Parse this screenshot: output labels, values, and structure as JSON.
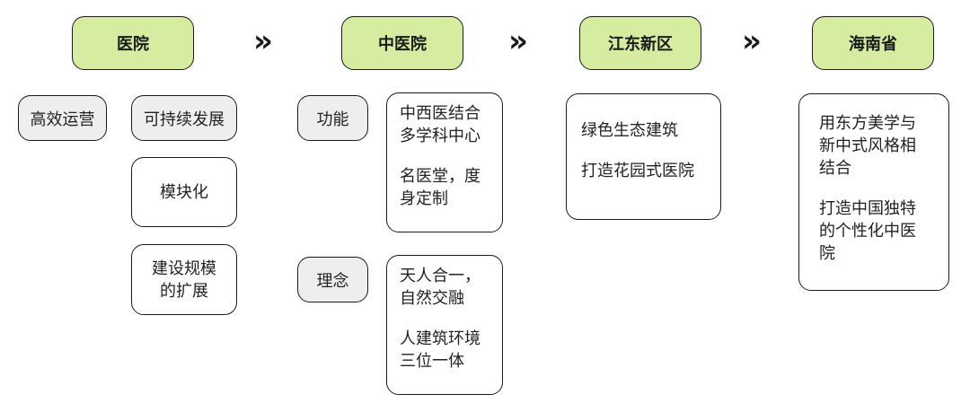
{
  "stages": [
    {
      "label": "医院"
    },
    {
      "label": "中医院"
    },
    {
      "label": "江东新区"
    },
    {
      "label": "海南省"
    }
  ],
  "arrow_glyph": "»",
  "hospital": {
    "efficient": "高效运营",
    "sustainable": "可持续发展",
    "modular": "模块化",
    "expansion": "建设规模\n的扩展"
  },
  "tcm": {
    "function_label": "功能",
    "function_items": [
      "中西医结合\n多学科中心",
      "名医堂，度\n身定制"
    ],
    "concept_label": "理念",
    "concept_items": [
      "天人合一，\n自然交融",
      "人建筑环境\n三位一体"
    ]
  },
  "jiangdong": {
    "items": [
      "绿色生态建筑",
      "打造花园式医院"
    ]
  },
  "hainan": {
    "items": [
      "用东方美学与\n新中式风格相\n结合",
      "打造中国独特\n的个性化中医\n院"
    ]
  }
}
